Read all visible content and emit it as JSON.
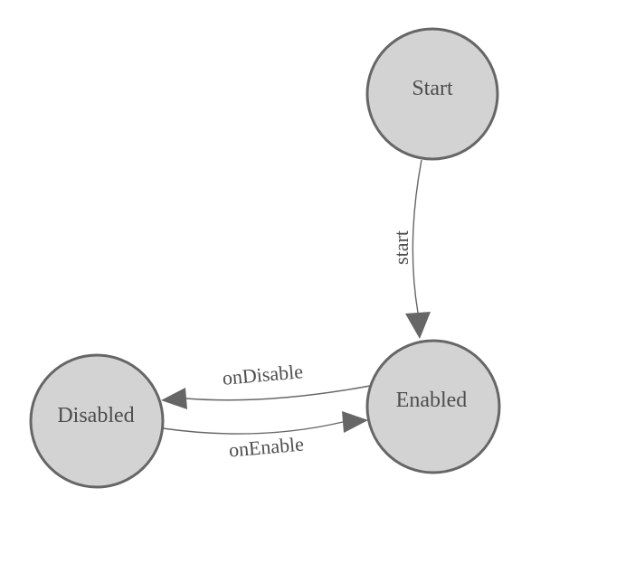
{
  "diagram": {
    "type": "state-machine",
    "background": "#ffffff",
    "colors": {
      "node_fill": "#d3d3d3",
      "node_border": "#666666",
      "edge": "#666666",
      "text": "#4d4d4d"
    },
    "nodes": [
      {
        "id": "start",
        "label": "Start"
      },
      {
        "id": "enabled",
        "label": "Enabled"
      },
      {
        "id": "disabled",
        "label": "Disabled"
      }
    ],
    "edges": [
      {
        "from": "start",
        "to": "enabled",
        "label": "start"
      },
      {
        "from": "enabled",
        "to": "disabled",
        "label": "onDisable"
      },
      {
        "from": "disabled",
        "to": "enabled",
        "label": "onEnable"
      }
    ]
  }
}
